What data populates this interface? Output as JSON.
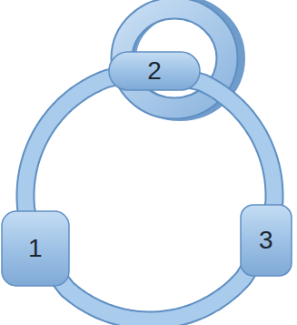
{
  "diagram": {
    "nodes": [
      {
        "text": [
          "1"
        ]
      },
      {
        "text": [
          "2"
        ]
      },
      {
        "text": [
          "3"
        ]
      }
    ],
    "edges": [
      {
        "from": 0,
        "to": 1,
        "arrow": "none"
      },
      {
        "from": 1,
        "to": 2,
        "arrow": "none"
      },
      {
        "from": 2,
        "to": 0,
        "arrow": "none"
      }
    ]
  }
}
